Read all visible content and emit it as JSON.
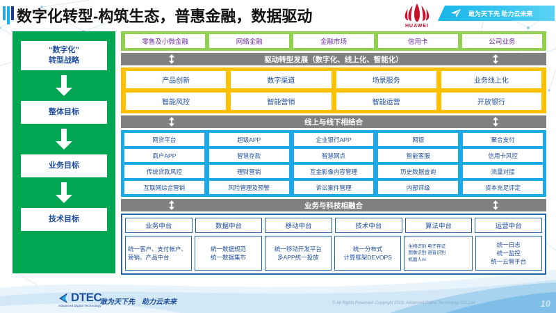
{
  "header": {
    "title": "数字化转型-构筑生态，普惠金融，数据驱动",
    "brand_logo_text": "HUAWEI",
    "brand_banner_text": "敢为天下先 助力云未来",
    "colors": {
      "title_accent": "#1CB3E8",
      "brand_red": "#C8102E",
      "banner_cyan": "#17B7E8"
    }
  },
  "strategy_column": {
    "items": [
      {
        "label": "“数字化”\n转型战略"
      },
      {
        "label": "整体目标"
      },
      {
        "label": "业务目标"
      },
      {
        "label": "技术目标"
      }
    ],
    "bg_color": "#00A651"
  },
  "business_band": {
    "bg_color": "#92D050",
    "text_color": "#7030A0",
    "items": [
      "零售及小微金融",
      "网络金融",
      "金融市场",
      "信用卡",
      "公司业务"
    ]
  },
  "divider_1": {
    "label": "驱动转型发展（数字化、线上化、智能化）"
  },
  "transformation_block": {
    "bg_color": "#FFC000",
    "rows": [
      [
        "产品创新",
        "数字渠道",
        "场景服务",
        "业务线上化"
      ],
      [
        "智能风控",
        "智能营销",
        "智能运营",
        "开放银行"
      ]
    ]
  },
  "divider_2": {
    "label": "线上与线下相结合"
  },
  "channel_block": {
    "bg_color": "#1CA9E5",
    "rows": [
      [
        "网贷平台",
        "超级APP",
        "企业银行APP",
        "网银",
        "聚合支付"
      ],
      [
        "商户APP",
        "智慧存款",
        "智慧网点",
        "智能客服",
        "信用卡风控"
      ],
      [
        "传统贷款风控",
        "理财营销",
        "互金影像内容管理",
        "历史数据查询",
        "流量对接"
      ],
      [
        "互联网综合营销",
        "风险管理及预警",
        "诉讼案件管理",
        "内部评级",
        "资本充足评定"
      ]
    ]
  },
  "divider_3": {
    "label": "业务与科技相融合"
  },
  "platform_block": {
    "border_color": "#2166AC",
    "headers": [
      "业务中台",
      "数据中台",
      "移动中台",
      "技术中台",
      "算法中台",
      "运营中台"
    ],
    "bodies": [
      "统一客户、支付帐户、营销、产品中台",
      "统一数据规范\n统一数据集市",
      "统一移动开发平台\n多APP统一投放",
      "统一分布式\n计算框架DEVOPS",
      "生物识别 电子存证\n图像识别 语音识别\n机器人AI",
      "统一日志\n统一监控\n统一云管平台"
    ]
  },
  "footer": {
    "logo_word": "DTEC",
    "logo_sub": "Advanced Digital Technology",
    "slogan": "敢为天下先　助力云未来",
    "copyright": "© All Rights Reserved. Copyright 2019, Advanced Digital Technology CO.,Ltd",
    "page_number": "10"
  }
}
